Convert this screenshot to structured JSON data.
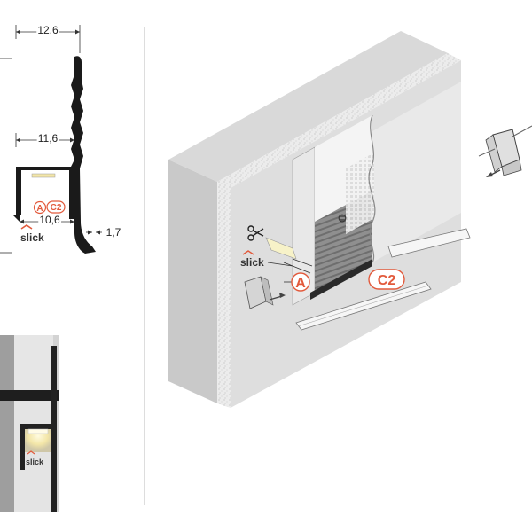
{
  "dimensions": {
    "top_width": "12,6",
    "inner_width": "11,6",
    "bottom_width": "10,6",
    "lip": "1,7"
  },
  "callouts": {
    "a": "A",
    "c2": "C2"
  },
  "brand": {
    "name": "slick"
  },
  "colors": {
    "callout_accent": "#e25a3c",
    "profile": "#1a1a1a",
    "wall_face": "#dedede",
    "wall_side": "#c9c9c9",
    "led_glow": "#f3e6a8"
  },
  "icons": {
    "scissors": "scissors-icon",
    "arrow": "arrow-icon",
    "slick_logo": "slick-logo-icon"
  }
}
